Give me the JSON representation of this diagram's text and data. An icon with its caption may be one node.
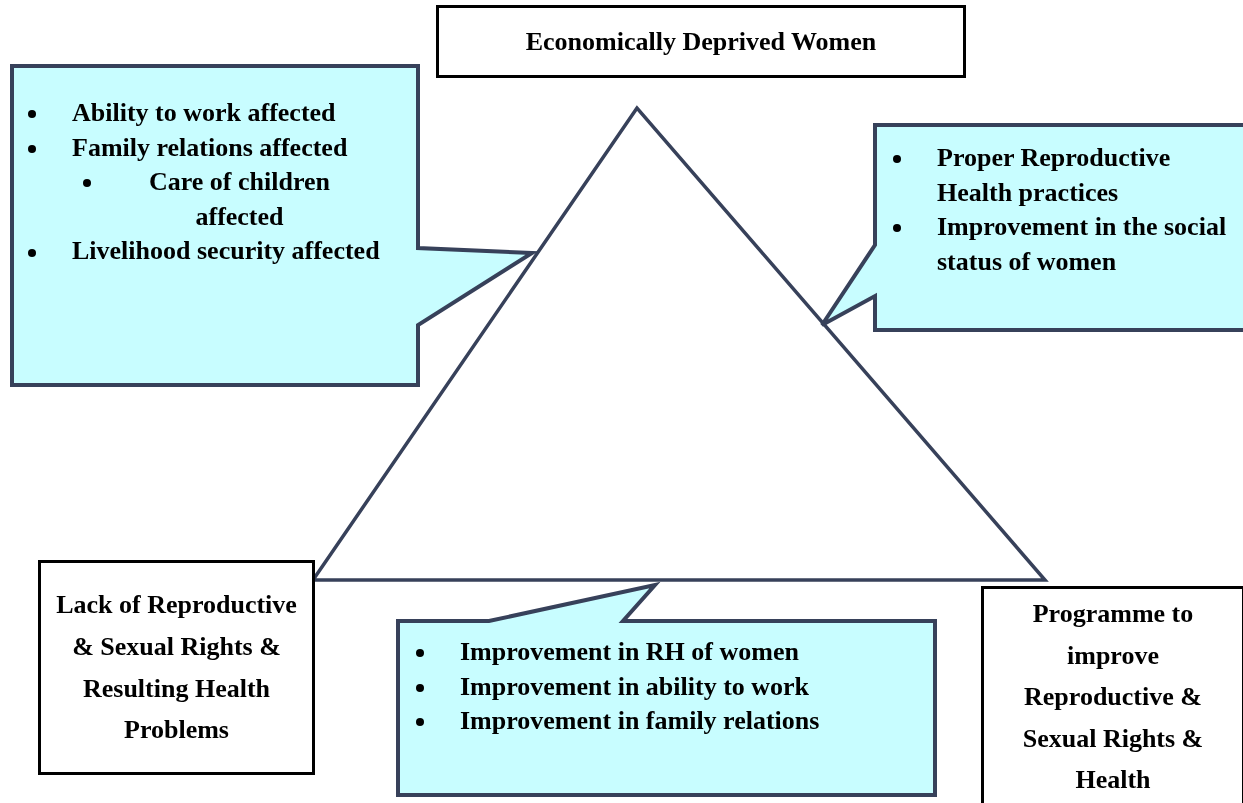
{
  "diagram": {
    "nodes": [
      {
        "text": [
          "Economically Deprived Women"
        ]
      },
      {
        "text": [],
        "shape": "triangle"
      },
      {
        "text": [
          "Ability to work affected",
          "Family relations affected",
          "Care of children affected",
          "Livelihood security affected"
        ]
      },
      {
        "text": [
          "Proper  Reproductive Health practices",
          "Improvement in the social status of women"
        ]
      },
      {
        "text": [
          "Lack of Reproductive & Sexual Rights  & Resulting Health Problems"
        ]
      },
      {
        "text": [
          "Improvement in RH of women",
          "Improvement in ability to work",
          "Improvement in family relations"
        ]
      },
      {
        "text": [
          "Programme to improve Reproductive & Sexual Rights & Health"
        ]
      }
    ]
  }
}
